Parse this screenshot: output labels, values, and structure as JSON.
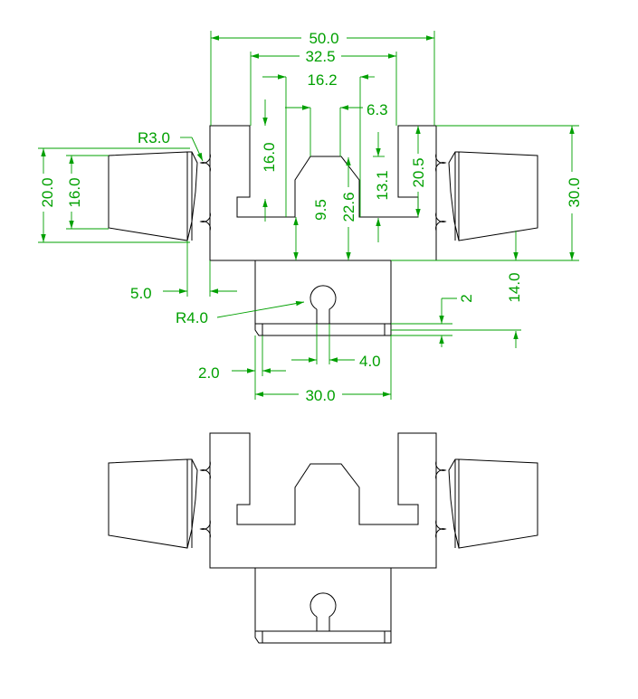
{
  "colors": {
    "part_outline": "#000000",
    "dimension": "#00a000",
    "background": "#ffffff"
  },
  "dimensions": {
    "overall_width": "50.0",
    "inner_width": "32.5",
    "slot_width": "16.2",
    "notch_width": "6.3",
    "side_radius": "R3.0",
    "left_outer_height": "20.0",
    "left_inner_height": "16.0",
    "post_height": "16.0",
    "ledge_height": "9.5",
    "center_height": "22.6",
    "notch_height": "13.1",
    "right_step_height": "20.5",
    "overall_height": "30.0",
    "tab_offset": "5.0",
    "hole_radius": "R4.0",
    "chamfer_height": "2",
    "tab_height": "14.0",
    "chamfer_width": "2.0",
    "slot_gap": "4.0",
    "tab_width": "30.0"
  }
}
